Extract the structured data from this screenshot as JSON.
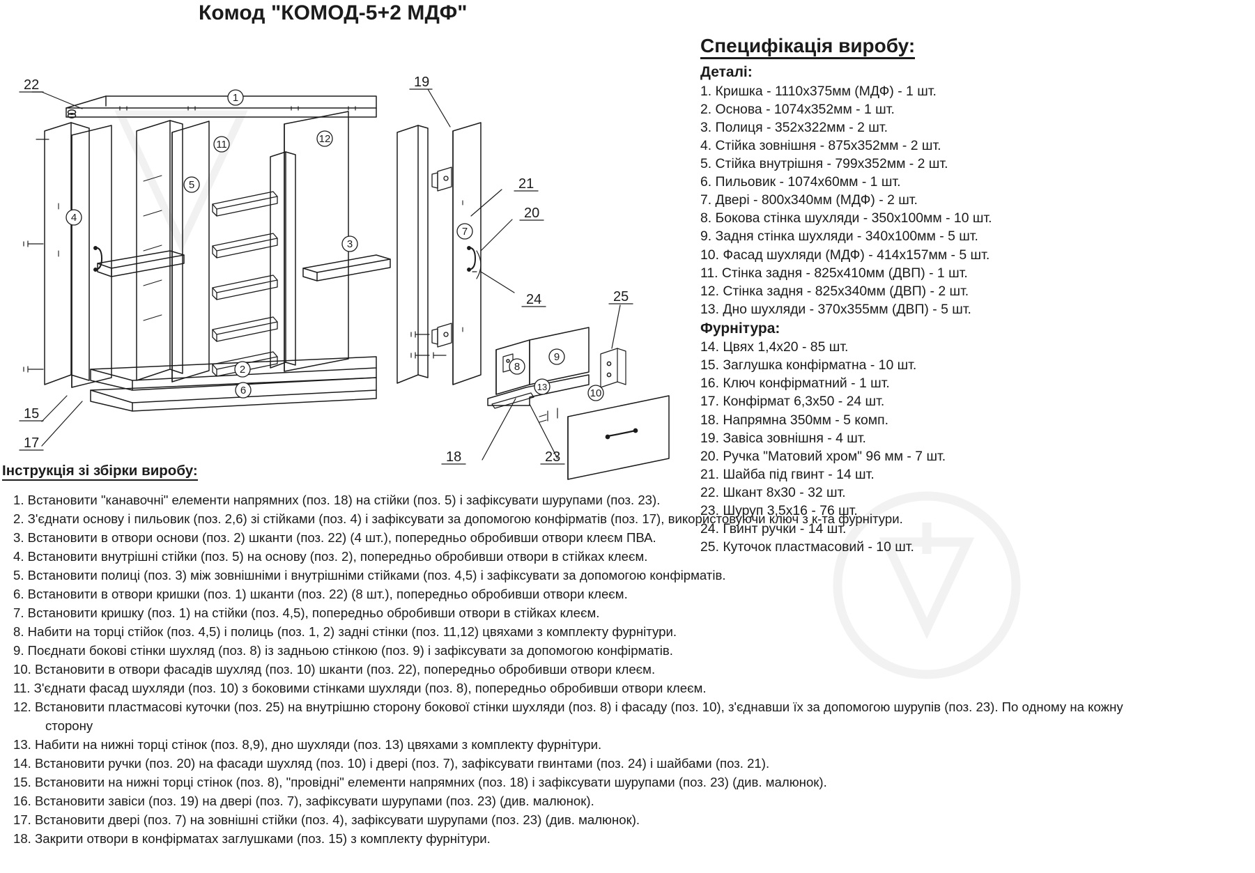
{
  "document": {
    "title": "Комод \"КОМОД-5+2 МДФ\""
  },
  "specification": {
    "heading": "Специфікація виробу:",
    "parts_heading": "Деталі:",
    "parts": [
      "1. Кришка - 1110х375мм (МДФ) - 1 шт.",
      "2. Основа - 1074х352мм - 1 шт.",
      "3. Полиця - 352х322мм - 2 шт.",
      "4. Стійка зовнішня - 875х352мм - 2 шт.",
      "5. Стійка внутрішня - 799х352мм - 2 шт.",
      "6. Пильовик - 1074х60мм - 1 шт.",
      "7. Двері - 800х340мм (МДФ) - 2 шт.",
      "8. Бокова стінка шухляди - 350х100мм - 10 шт.",
      "9. Задня стінка шухляди - 340х100мм - 5 шт.",
      "10. Фасад шухляди (МДФ) - 414х157мм - 5 шт.",
      "11. Стінка задня - 825х410мм (ДВП) - 1 шт.",
      "12. Стінка задня - 825х340мм (ДВП) - 2 шт.",
      "13. Дно шухляди - 370х355мм (ДВП) - 5 шт."
    ],
    "hardware_heading": "Фурнітура:",
    "hardware": [
      "14. Цвях 1,4х20 - 85 шт.",
      "15. Заглушка конфірматна - 10 шт.",
      "16. Ключ конфірматний - 1 шт.",
      "17. Конфірмат 6,3х50 - 24 шт.",
      "18. Напрямна 350мм - 5 комп.",
      "19. Завіса зовнішня - 4 шт.",
      "20. Ручка \"Матовий хром\" 96 мм - 7 шт.",
      "21. Шайба під гвинт - 14 шт.",
      "22. Шкант 8х30 - 32 шт.",
      "23. Шуруп 3,5х16 - 76 шт.",
      "24. Гвинт ручки - 14 шт.",
      "25. Куточок пластмасовий - 10 шт."
    ]
  },
  "instructions": {
    "heading": "Інструкція зі збірки виробу:",
    "steps": [
      "1. Встановити \"канавочні\" елементи напрямних (поз. 18) на стійки (поз. 5) і зафіксувати шурупами (поз. 23).",
      "2. З'єднати основу і пильовик (поз. 2,6) зі стійками (поз. 4) і зафіксувати за допомогою конфірматів (поз. 17), використовуючи ключ з к-та фурнітури.",
      "3. Встановити в отвори основи (поз. 2) шканти (поз. 22) (4 шт.), попередньо обробивши отвори клеєм ПВА.",
      "4. Встановити внутрішні стійки (поз. 5) на основу (поз. 2), попередньо обробивши отвори в стійках клеєм.",
      "5. Встановити полиці (поз. 3) між зовнішніми і внутрішніми стійками (поз. 4,5) і зафіксувати за допомогою конфірматів.",
      "6. Встановити в отвори кришки (поз. 1) шканти (поз. 22) (8 шт.), попередньо обробивши отвори клеєм.",
      "7. Встановити кришку (поз. 1) на стійки (поз. 4,5), попередньо обробивши отвори в стійках клеєм.",
      "8. Набити на торці стійок (поз. 4,5) і полиць (поз. 1, 2) задні стінки (поз. 11,12) цвяхами з комплекту фурнітури.",
      "9. Поєднати бокові стінки шухляд (поз. 8) із задньою стінкою (поз. 9) і зафіксувати за допомогою конфірматів.",
      "10. Встановити в отвори фасадів шухляд (поз. 10) шканти (поз. 22), попередньо обробивши отвори клеєм.",
      "11. З'єднати фасад шухляди (поз. 10) з боковими стінками шухляди (поз. 8), попередньо обробивши отвори клеєм.",
      "13. Набити на нижні торці стінок (поз. 8,9), дно шухляди (поз. 13) цвяхами з комплекту фурнітури.",
      "14. Встановити ручки (поз. 20) на фасади шухляд (поз. 10) і двері (поз. 7), зафіксувати гвинтами (поз. 24) і шайбами (поз. 21).",
      "15. Встановити на нижні торці стінок (поз. 8), \"провідні\" елементи напрямних (поз. 18) і зафіксувати шурупами (поз. 23) (див. малюнок).",
      "16. Встановити завіси (поз. 19) на двері (поз. 7), зафіксувати шурупами (поз. 23) (див. малюнок).",
      "17. Встановити двері (поз. 7) на зовнішні стійки (поз. 4), зафіксувати шурупами (поз. 23) (див. малюнок).",
      "18. Закрити отвори в конфірматах заглушками (поз. 15) з комплекту фурнітури."
    ],
    "step12_main": "12. Встановити пластмасові куточки (поз. 25) на внутрішню сторону бокової стінки шухляди (поз. 8) і фасаду (поз. 10), з'єднавши їх за допомогою шурупів (поз. 23). По одному на кожну",
    "step12_cont": "сторону"
  },
  "drawing": {
    "callouts": {
      "c1": "1",
      "c2": "2",
      "c3": "3",
      "c4": "4",
      "c5": "5",
      "c6": "6",
      "c7": "7",
      "c8": "8",
      "c9": "9",
      "c10": "10",
      "c11": "11",
      "c12": "12",
      "c13": "13",
      "c15": "15",
      "c17": "17",
      "c18": "18",
      "c19": "19",
      "c20": "20",
      "c21": "21",
      "c22": "22",
      "c23": "23",
      "c24": "24",
      "c25": "25"
    }
  },
  "colors": {
    "ink": "#1b1b1b",
    "paper": "#ffffff",
    "watermark": "#e3e3e3"
  }
}
